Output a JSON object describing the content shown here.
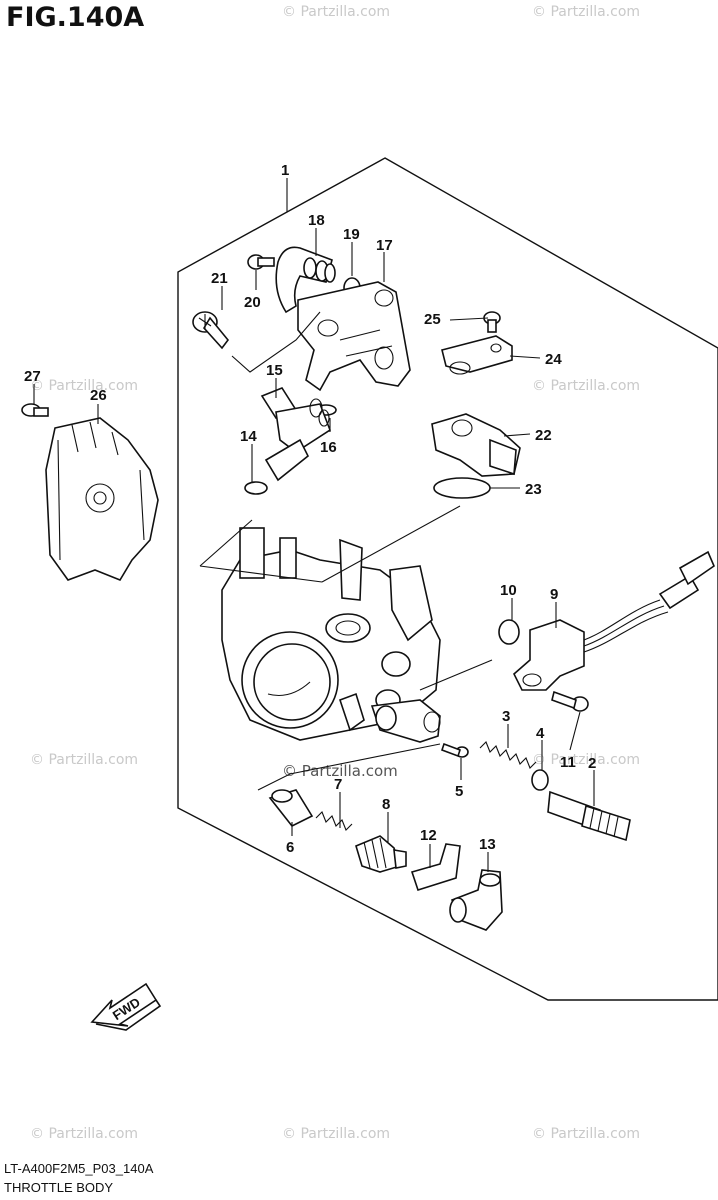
{
  "figure_title": "FIG.140A",
  "diagram_code": "LT-A400F2M5_P03_140A",
  "caption": "THROTTLE BODY",
  "watermark": "© Partzilla.com",
  "fwd_label": "FWD",
  "parts": [
    {
      "id": "1",
      "label": "1"
    },
    {
      "id": "2",
      "label": "2"
    },
    {
      "id": "3",
      "label": "3"
    },
    {
      "id": "4",
      "label": "4"
    },
    {
      "id": "5",
      "label": "5"
    },
    {
      "id": "6",
      "label": "6"
    },
    {
      "id": "7",
      "label": "7"
    },
    {
      "id": "8",
      "label": "8"
    },
    {
      "id": "9",
      "label": "9"
    },
    {
      "id": "10",
      "label": "10"
    },
    {
      "id": "11",
      "label": "11"
    },
    {
      "id": "12",
      "label": "12"
    },
    {
      "id": "13",
      "label": "13"
    },
    {
      "id": "14",
      "label": "14"
    },
    {
      "id": "15",
      "label": "15"
    },
    {
      "id": "16",
      "label": "16"
    },
    {
      "id": "17",
      "label": "17"
    },
    {
      "id": "18",
      "label": "18"
    },
    {
      "id": "19",
      "label": "19"
    },
    {
      "id": "20",
      "label": "20"
    },
    {
      "id": "21",
      "label": "21"
    },
    {
      "id": "22",
      "label": "22"
    },
    {
      "id": "23",
      "label": "23"
    },
    {
      "id": "24",
      "label": "24"
    },
    {
      "id": "25",
      "label": "25"
    },
    {
      "id": "26",
      "label": "26"
    },
    {
      "id": "27",
      "label": "27"
    }
  ]
}
